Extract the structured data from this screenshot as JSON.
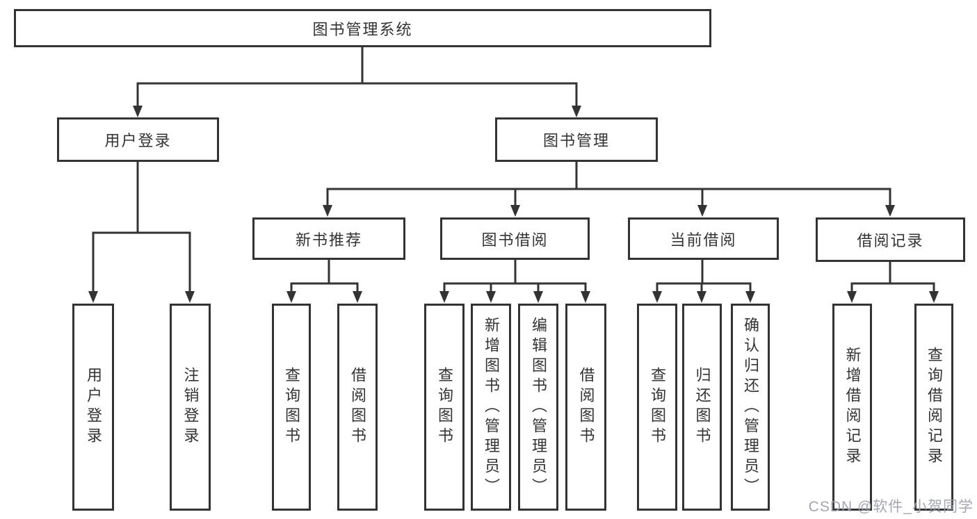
{
  "nodes": {
    "root": "图书管理系统",
    "user_login": "用户登录",
    "book_mgmt": "图书管理",
    "new_book_rec": "新书推荐",
    "book_borrow": "图书借阅",
    "current_borrow": "当前借阅",
    "borrow_records": "借阅记录",
    "ul_login": "用户登录",
    "ul_logout": "注销登录",
    "nb_query": "查询图书",
    "nb_borrow": "借阅图书",
    "bb_query": "查询图书",
    "bb_add": "新增图书（管理员）",
    "bb_edit": "编辑图书（管理员）",
    "bb_borrow": "借阅图书",
    "cb_query": "查询图书",
    "cb_return": "归还图书",
    "cb_confirm": "确认归还（管理员）",
    "br_add": "新增借阅记录",
    "br_query": "查询借阅记录"
  },
  "hierarchy": {
    "图书管理系统": {
      "用户登录": [
        "用户登录",
        "注销登录"
      ],
      "图书管理": {
        "新书推荐": [
          "查询图书",
          "借阅图书"
        ],
        "图书借阅": [
          "查询图书",
          "新增图书（管理员）",
          "编辑图书（管理员）",
          "借阅图书"
        ],
        "当前借阅": [
          "查询图书",
          "归还图书",
          "确认归还（管理员）"
        ],
        "借阅记录": [
          "新增借阅记录",
          "查询借阅记录"
        ]
      }
    }
  },
  "watermark": {
    "text": "CSDN @软件_小贺同学"
  },
  "colors": {
    "line": "#333333",
    "text": "#333333",
    "background": "#ffffff",
    "watermark": "#9ea0af"
  }
}
